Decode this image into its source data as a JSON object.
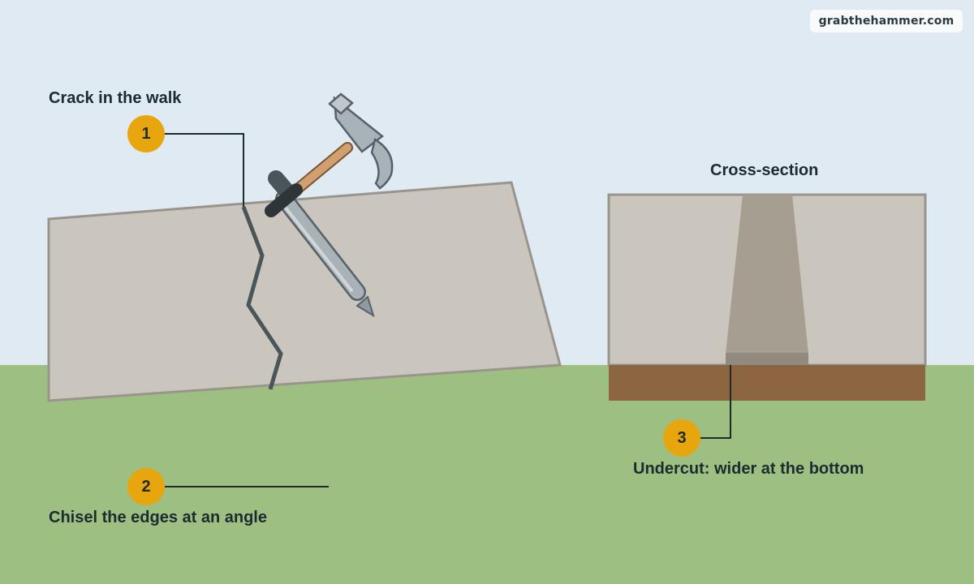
{
  "brand": {
    "text": "grabthehammer.com"
  },
  "labels": {
    "crack": "Crack in the walk",
    "chisel": "Chisel the edges at an angle",
    "cross_section": "Cross-section",
    "undercut": "Undercut: wider at the bottom"
  },
  "steps": [
    {
      "number": "1"
    },
    {
      "number": "2"
    },
    {
      "number": "3"
    }
  ],
  "colors": {
    "sky": "#dfeaf2",
    "grass": "#9dbf82",
    "slab": "#cbc6bd",
    "slab_edge": "#9a958c",
    "crack": "#4a555a",
    "soil": "#8b6640",
    "groove": "#a69f91",
    "badge": "#e8a60e",
    "text": "#1d2b2f"
  },
  "icons": [
    "hammer-icon",
    "chisel-icon"
  ]
}
